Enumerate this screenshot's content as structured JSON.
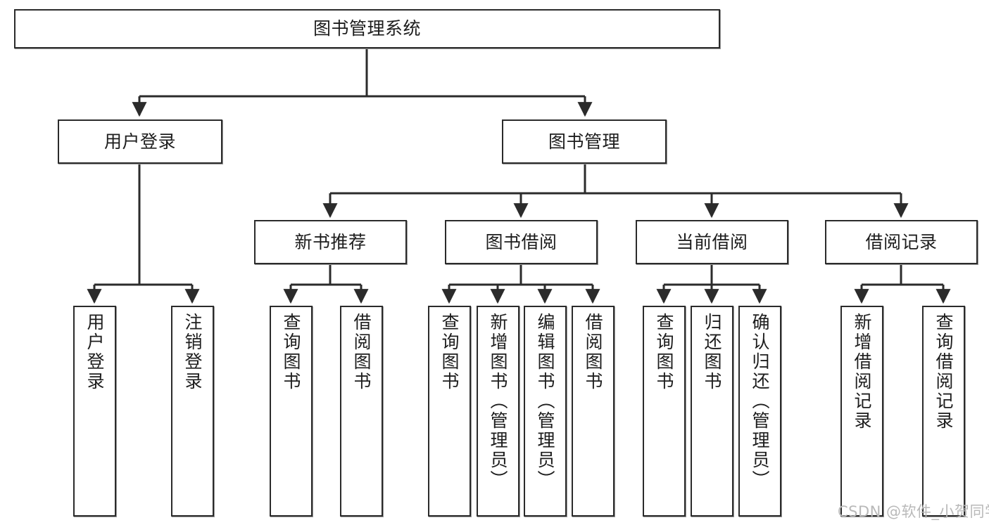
{
  "diagram": {
    "title": "图书管理系统",
    "watermark": "CSDN @软件_小贺同学",
    "nodes": {
      "root": {
        "label": "图书管理系统"
      },
      "level2": [
        {
          "id": "user-login",
          "label": "用户登录"
        },
        {
          "id": "book-management",
          "label": "图书管理"
        }
      ],
      "level3": [
        {
          "id": "new-book-recommend",
          "label": "新书推荐"
        },
        {
          "id": "book-borrow",
          "label": "图书借阅"
        },
        {
          "id": "current-borrow",
          "label": "当前借阅"
        },
        {
          "id": "borrow-record",
          "label": "借阅记录"
        }
      ],
      "leaves": {
        "user_login": [
          {
            "id": "leaf-user-login",
            "label": "用户登录"
          },
          {
            "id": "leaf-logout-login",
            "label": "注销登录"
          }
        ],
        "new_book_recommend": [
          {
            "id": "leaf-query-book-1",
            "label": "查询图书"
          },
          {
            "id": "leaf-borrow-book-1",
            "label": "借阅图书"
          }
        ],
        "book_borrow": [
          {
            "id": "leaf-query-book-2",
            "label": "查询图书"
          },
          {
            "id": "leaf-add-book-admin",
            "label": "新增图书（管理员）"
          },
          {
            "id": "leaf-edit-book-admin",
            "label": "编辑图书（管理员）"
          },
          {
            "id": "leaf-borrow-book-2",
            "label": "借阅图书"
          }
        ],
        "current_borrow": [
          {
            "id": "leaf-query-book-3",
            "label": "查询图书"
          },
          {
            "id": "leaf-return-book",
            "label": "归还图书"
          },
          {
            "id": "leaf-confirm-return-admin",
            "label": "确认归还（管理员）"
          }
        ],
        "borrow_record": [
          {
            "id": "leaf-add-borrow-record",
            "label": "新增借阅记录"
          },
          {
            "id": "leaf-query-borrow-record",
            "label": "查询借阅记录"
          }
        ]
      }
    },
    "colors": {
      "stroke": "#2b2b2b",
      "fill": "#ffffff",
      "text": "#1d1d1d",
      "watermark": "#b9b9b9"
    }
  }
}
